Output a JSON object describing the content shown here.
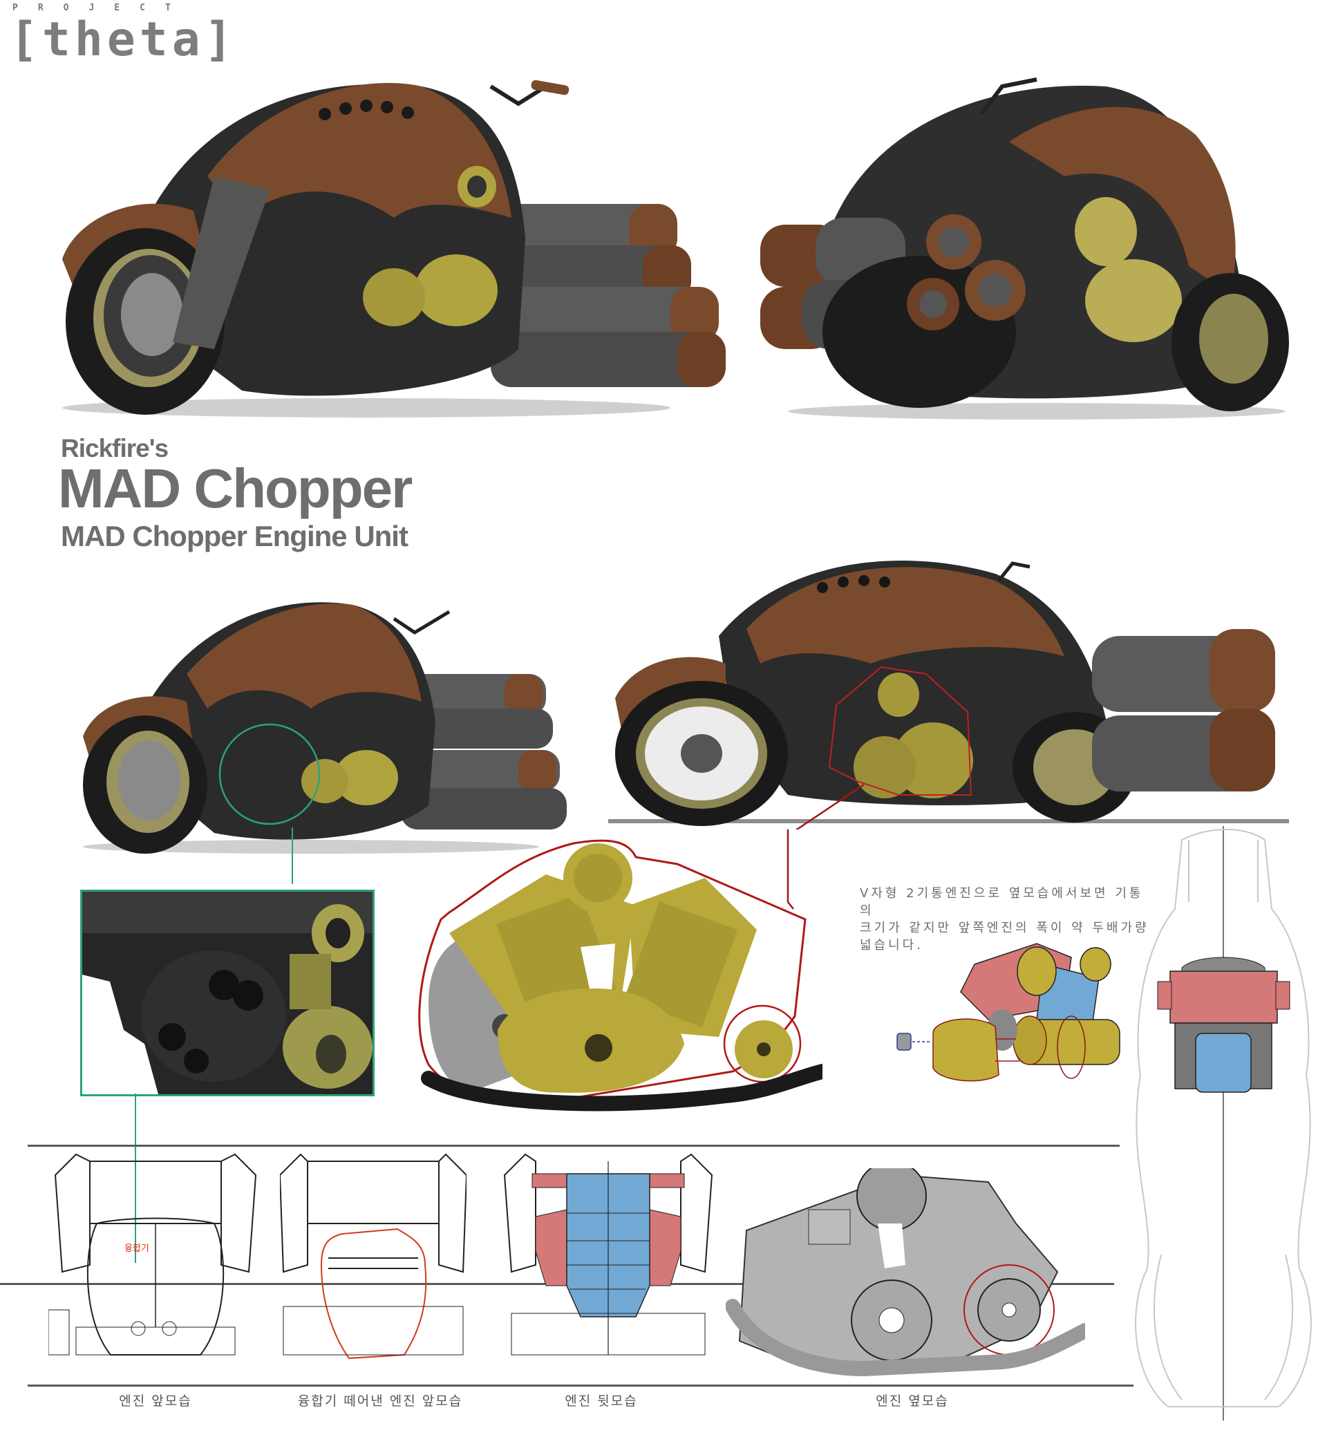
{
  "logo": {
    "project_label": "PROJECT",
    "name": "[theta]"
  },
  "title": {
    "author": "Rickfire's",
    "main": "MAD Chopper",
    "subtitle": "MAD Chopper Engine Unit"
  },
  "illustrations": {
    "top_left": "bike-front-three-quarter-view",
    "top_right": "bike-rear-three-quarter-view",
    "mid_left": "bike-front-view-engine-highlight",
    "mid_right": "bike-side-view-engine-outline",
    "closeup": "engine-closeup-green-frame",
    "engine_side_color": "v-twin-engine-side-colored",
    "engine_sketch_3d": "engine-exploded-3d-sketch",
    "top_down": "bike-top-down-layout"
  },
  "annotation": {
    "text": "V자형 2기통엔진으로 옆모습에서보면 기통의 크기가 같지만 앞쪽엔진의 폭이 약 두배가량 넓습니다.",
    "line1": "V자형 2기통엔진으로 옆모습에서보면 기통의",
    "line2": "크기가 같지만 앞쪽엔진의 폭이 약 두배가량",
    "line3": "넓습니다.",
    "fusion_label": "융합기"
  },
  "captions": [
    {
      "label": "엔진 앞모습"
    },
    {
      "label": "융합기 떼어낸 엔진 앞모습"
    },
    {
      "label": "엔진 뒷모습"
    },
    {
      "label": "엔진 옆모습"
    }
  ],
  "colors": {
    "leather": "#7a4a2c",
    "metal_dark": "#2c2c2c",
    "metal_grey": "#6a6a6a",
    "engine_olive": "#b9a83a",
    "engine_olive_dark": "#8c7e28",
    "callout_red": "#b01818",
    "callout_green": "#2aa37a",
    "sketch_red": "#d47878",
    "sketch_blue": "#72a8d4",
    "title_grey": "#6e6e6e"
  }
}
